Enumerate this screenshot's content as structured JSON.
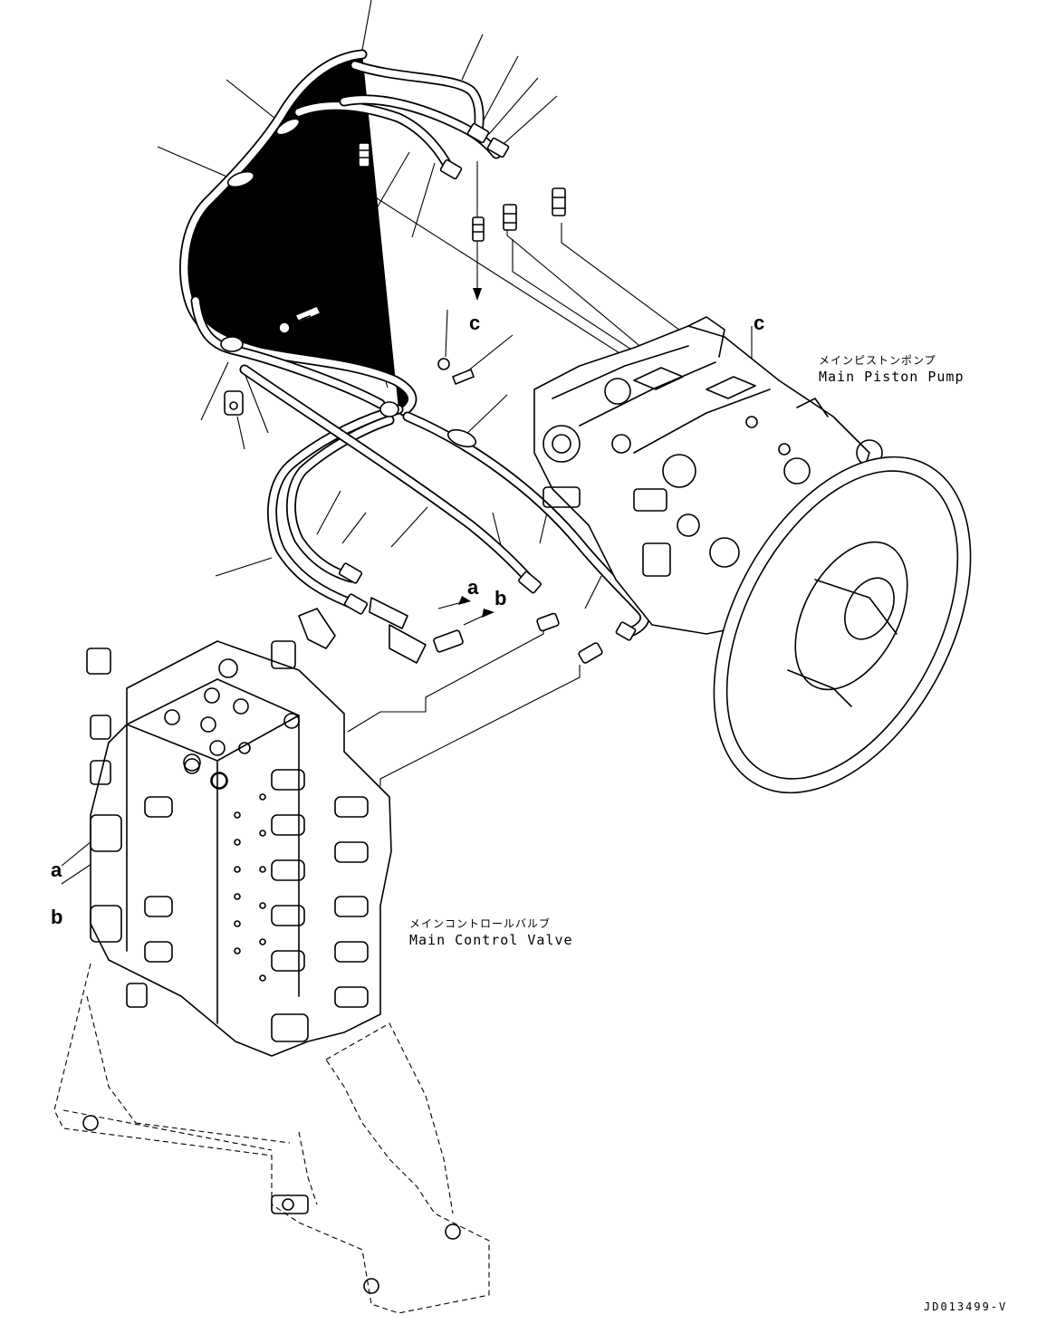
{
  "labels": {
    "pump_jp": "メインピストンポンプ",
    "pump_en": "Main Piston Pump",
    "valve_jp": "メインコントロールバルブ",
    "valve_en": "Main Control Valve"
  },
  "letters": {
    "a_top": "a",
    "b_top": "b",
    "c_left": "c",
    "c_right": "c",
    "a_side": "a",
    "b_side": "b"
  },
  "drawing_code": "JD013499-V"
}
